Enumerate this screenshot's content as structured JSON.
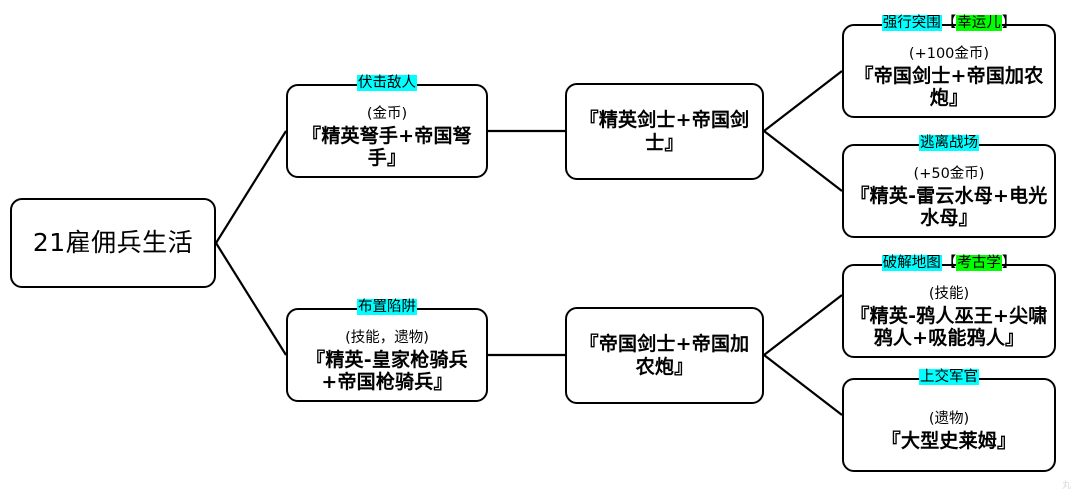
{
  "diagram": {
    "title": "21雇佣兵生活",
    "colors": {
      "highlight_cyan": "#00FFFF",
      "highlight_green": "#00FF00",
      "node_border": "#000000",
      "background": "#FFFFFF",
      "text": "#000000"
    },
    "root": {
      "label": "21雇佣兵生活"
    },
    "nodes": [
      {
        "id": "choice-ambush",
        "header_cyan": "伏击敌人",
        "header_bracket_open": "",
        "header_green": "",
        "header_bracket_close": "",
        "reward": "(金币)",
        "main": "『精英弩手+帝国弩手』"
      },
      {
        "id": "enemy-elite-swordsman",
        "header_cyan": "",
        "reward": "",
        "main": "『精英剑士+帝国剑士』"
      },
      {
        "id": "choice-breakthrough",
        "header_cyan": "强行突围",
        "header_bracket_open": "【",
        "header_green": "幸运儿",
        "header_bracket_close": "】",
        "reward": "(+100金币)",
        "main": "『帝国剑士+帝国加农炮』"
      },
      {
        "id": "choice-escape",
        "header_cyan": "逃离战场",
        "header_bracket_open": "",
        "header_green": "",
        "header_bracket_close": "",
        "reward": "(+50金币)",
        "main": "『精英-雷云水母+电光水母』"
      },
      {
        "id": "choice-trap",
        "header_cyan": "布置陷阱",
        "header_bracket_open": "",
        "header_green": "",
        "header_bracket_close": "",
        "reward": "(技能，遗物)",
        "main": "『精英-皇家枪骑兵+帝国枪骑兵』"
      },
      {
        "id": "enemy-imperial-cannon",
        "header_cyan": "",
        "reward": "",
        "main": "『帝国剑士+帝国加农炮』"
      },
      {
        "id": "choice-decode-map",
        "header_cyan": "破解地图",
        "header_bracket_open": "【",
        "header_green": "考古学",
        "header_bracket_close": "】",
        "reward": "(技能)",
        "main": "『精英-鸦人巫王+尖啸鸦人+吸能鸦人』"
      },
      {
        "id": "choice-hand-over-officer",
        "header_cyan": "上交军官",
        "header_bracket_open": "",
        "header_green": "",
        "header_bracket_close": "",
        "reward": "(遗物)",
        "main": "『大型史莱姆』"
      }
    ],
    "watermark": "丸"
  }
}
